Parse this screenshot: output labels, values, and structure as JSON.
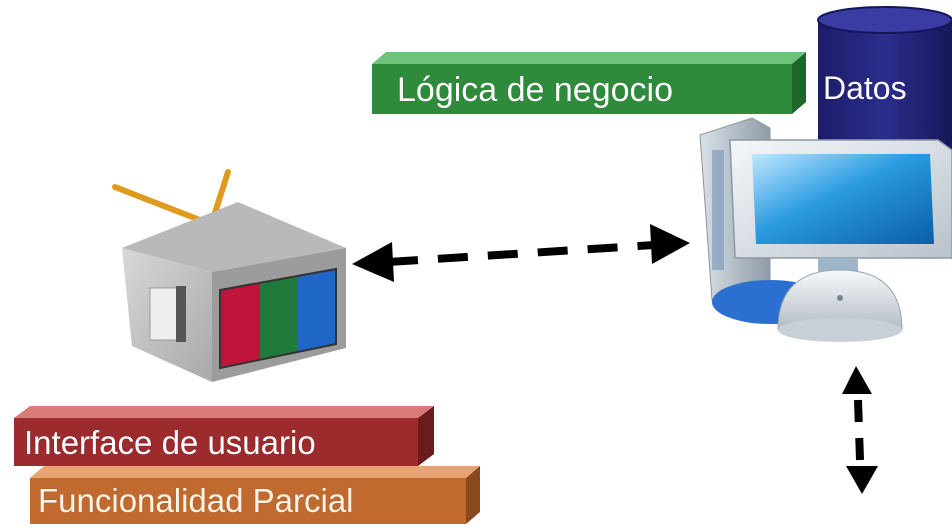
{
  "labels": {
    "business_logic": "Lógica de negocio",
    "data": "Datos",
    "user_interface": "Interface de usuario",
    "partial_functionality": "Funcionalidad Parcial"
  },
  "colors": {
    "logic_box": "#2e8b3c",
    "data_cylinder": "#23247a",
    "interface_box": "#9b2b2d",
    "partial_box": "#c06a2f",
    "arrows": "#000000"
  },
  "icons": [
    "tv-icon",
    "computer-icon",
    "database-cylinder-icon"
  ]
}
